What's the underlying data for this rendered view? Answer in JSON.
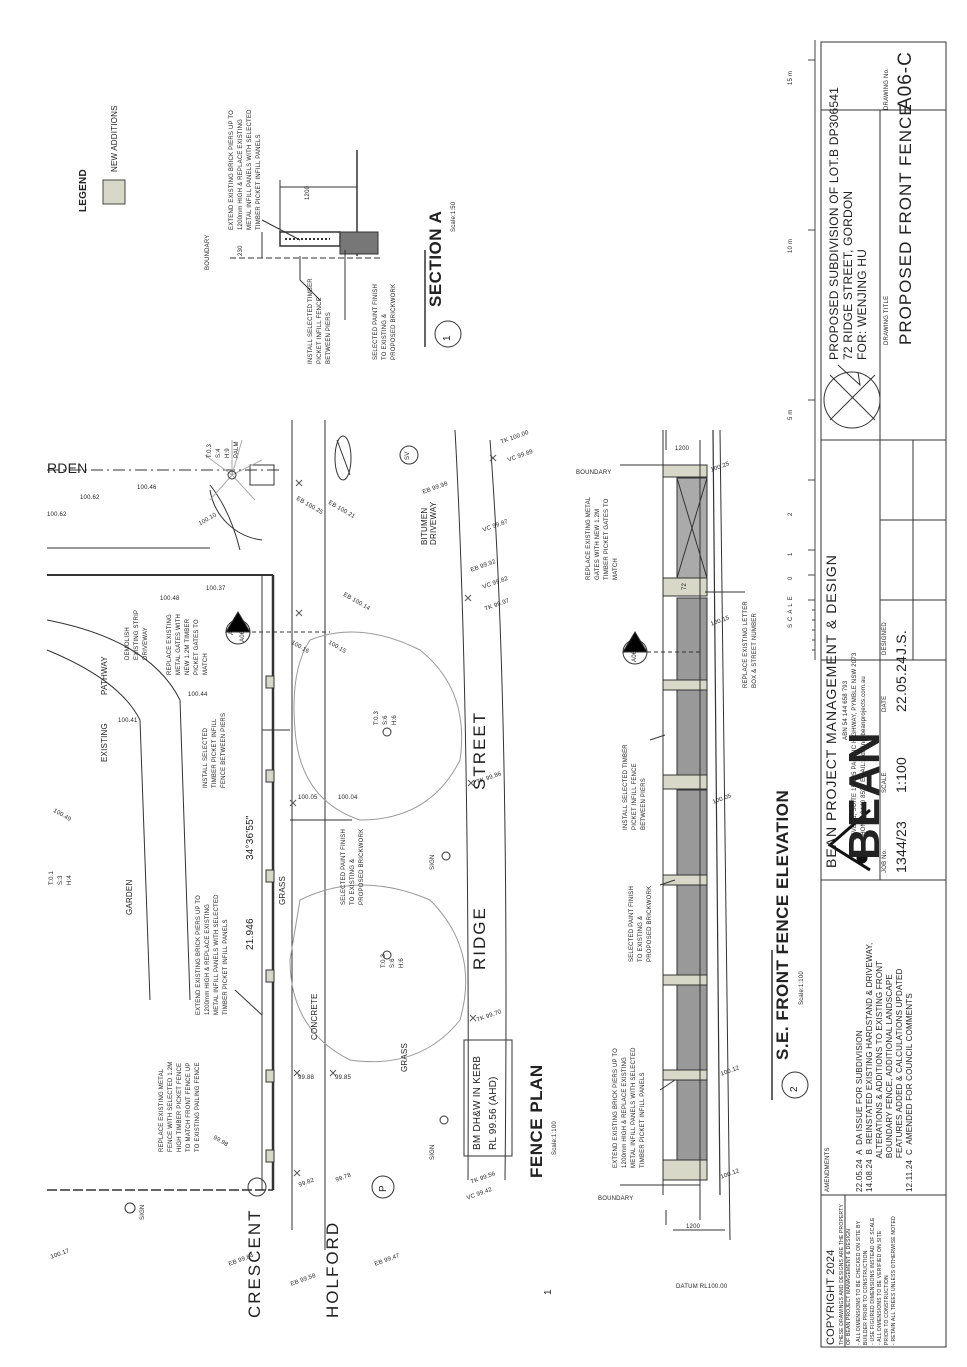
{
  "legend": {
    "title": "LEGEND",
    "item": "NEW ADDITIONS",
    "swatch": "#d8d8c8"
  },
  "section_a": {
    "number": "1",
    "title": "SECTION A",
    "scale": "Scale:1:50",
    "note_top": [
      "EXTEND EXISTING BRICK PIERS UP TO",
      "1200mm HIGH & REPLACE EXISTING",
      "METAL INFILL PANELS WITH SELECTED",
      "TIMBER PICKET INFILL PANELS"
    ],
    "dim_1200": "1200",
    "dim_230": "230",
    "boundary": "BOUNDARY",
    "note_infill": [
      "INSTALL SELECTED TIMBER",
      "PICKET INFILL FENCE",
      "BETWEEN PIERS"
    ],
    "note_paint": [
      "SELECTED PAINT FINISH",
      "TO EXISTING &",
      "PROPOSED BRICKWORK"
    ]
  },
  "plan": {
    "number": "1",
    "title": "FENCE PLAN",
    "scale": "Scale:1:100",
    "streets": {
      "crescent": "CRESCENT",
      "holford": "HOLFORD",
      "ridge": "RIDGE",
      "street": "STREET"
    },
    "labels": {
      "garden_top": "RDEN",
      "garden": "GARDEN",
      "pathway": "PATHWAY",
      "existing": "EXISTING",
      "grass": "GRASS",
      "grass2": "GRASS",
      "concrete": "CONCRETE",
      "driveway": [
        "BITUMEN",
        "DRIVEWAY"
      ],
      "demolish": [
        "DEMOLISH",
        "EXISTING STRIP",
        "DRIVEWAY"
      ],
      "sign1": "SIGN",
      "sign2": "SIGN",
      "sign3": "SIGN",
      "palm": [
        "T:0.3",
        "S:4",
        "H:9",
        "PALM"
      ],
      "tree1": [
        "T:0.3",
        "S:6",
        "H:6"
      ],
      "tree2": [
        "T:0.3",
        "S:6",
        "H:6"
      ],
      "tree3": [
        "T:0.1",
        "S:3",
        "H:4"
      ],
      "sv": "SV",
      "p": "P",
      "a06": "A06",
      "a": "A"
    },
    "bearing": "34°36'55\"",
    "distance": "21.946",
    "notes": {
      "replace_fence": [
        "REPLACE EXISTING METAL",
        "FENCE WITH SELECTED 1.2M",
        "HIGH TIMBER PICKET FENCE",
        "TO MATCH FRONT FENCE UP",
        "TO EXISTING PAILING FENCE"
      ],
      "extend_piers": [
        "EXTEND EXISTING BRICK PIERS UP TO",
        "1200mm HIGH & REPLACE EXISTING",
        "METAL INFILL PANELS WITH SELECTED",
        "TIMBER PICKET INFILL PANELS"
      ],
      "install_infill": [
        "INSTALL SELECTED",
        "TIMBER PICKET INFILL",
        "FENCE BETWEEN PIERS"
      ],
      "replace_gates": [
        "REPLACE EXISTING",
        "METAL GATES WITH",
        "NEW 1.2M TIMBER",
        "PICKET GATES TO",
        "MATCH"
      ],
      "paint": [
        "SELECTED PAINT FINISH",
        "TO EXISTING &",
        "PROPOSED BRICKWORK"
      ]
    },
    "bm": [
      "BM DH&W IN KERB",
      "RL 99.56 (AHD)"
    ],
    "levels": [
      "100.62",
      "100.46",
      "100.10",
      "100.37",
      "100.48",
      "100.44",
      "100.41",
      "100.49",
      "100.16",
      "100.15",
      "100.05",
      "100.04",
      "99.88",
      "99.85",
      "99.82",
      "99.78",
      "99.98",
      "100.17",
      "100.62",
      "100.25",
      "100.21",
      "100.14",
      "EB 100.25",
      "EB 100.21",
      "EB 99.98",
      "EB 100.14",
      "EB 99.84",
      "EB 99.58",
      "EB 99.47",
      "TK 100.00",
      "VC 99.89",
      "VC 99.87",
      "EB 99.92",
      "VC 99.82",
      "TK 99.97",
      "TK 99.86",
      "TK 99.70",
      "TK 99.56",
      "VC 99.42"
    ]
  },
  "elevation": {
    "number": "2",
    "title": "S.E. FRONT FENCE ELEVATION",
    "scale": "Scale:1:100",
    "datum": "DATUM RL100.00",
    "boundary": "BOUNDARY",
    "dim": "1200",
    "levels": [
      "100.25",
      "100.15",
      "100.05",
      "100.12",
      "100.12"
    ],
    "notes": {
      "gates": [
        "REPLACE EXISTING METAL",
        "GATES WITH NEW 1.2M",
        "TIMBER PICKET GATES TO",
        "MATCH"
      ],
      "letterbox": [
        "REPLACE EXISTING LETTER",
        "BOX & STREET NUMBER"
      ],
      "infill": [
        "INSTALL SELECTED TIMBER",
        "PICKET INFILL FENCE",
        "BETWEEN PIERS"
      ],
      "paint": [
        "SELECTED PAINT FINISH",
        "TO EXISTING &",
        "PROPOSED BRICKWORK"
      ],
      "piers": [
        "EXTEND EXISTING BRICK PIERS UP TO",
        "1200mm HIGH & REPLACE EXISTING",
        "METAL INFILL PANELS WITH SELECTED",
        "TIMBER PICKET INFILL PANELS"
      ]
    },
    "numberplate": "72"
  },
  "scale_bar": {
    "label": "SCALE",
    "ticks": [
      "0",
      "1",
      "2",
      "5 m",
      "10 m",
      "15 m"
    ]
  },
  "title_block": {
    "copyright": [
      "COPYRIGHT 2024",
      "THESE DRAWINGS AND DESIGNS ARE THE PROPERTY",
      "OF BEAN PROJECT MANAGEMENT & DESIGN"
    ],
    "disclaimers": [
      "- ALL DIMENSIONS TO BE CHECKED ON SITE BY",
      "  BUILDER PRIOR TO CONSTRUCTION",
      "- USE FIGURED DIMENSIONS INSTEAD OF SCALE",
      "- ALL DIMENSIONS TO BE VERIFIED ON SITE",
      "  PRIOR TO CONSTRUCTION",
      "- RETAIN ALL TREES UNLESS OTHERWISE NOTED"
    ],
    "amendments_title": "AMENDMENTS",
    "amendments": [
      "22.05.24  A  DA ISSUE FOR SUBDIVISION",
      "14.08.24  B  REINSTATED EXISTING HARDSTAND & DRIVEWAY,",
      "              ALTERATIONS & ADDITIONS TO EXISTING FRONT",
      "              BOUNDARY FENCE, ADDITIONAL LANDSCAPE",
      "              FEATURES ADDED & CALCULATIONS UPDATED",
      "12.11.24  C  AMENDED FOR COUNCIL COMMENTS"
    ],
    "logo": "BEAN",
    "company": "BEAN PROJECT MANAGEMENT & DESIGN",
    "abn": "ABN 54 144 658 793",
    "address": "LEVEL 1, SUITE 15   895 PACIFIC HIGHWAY, PYMBLE  NSW  2073",
    "contact": "PHONE: 9440 8524    EMAIL: admin@beanprojects.com.au",
    "job_no_label": "JOB No.",
    "job_no": "1344/23",
    "scale_label": "SCALE",
    "scale": "1:100",
    "date_label": "DATE",
    "date": "22.05.24",
    "designed_label": "DESIGNED",
    "designed": "J.S.",
    "project": [
      "PROPOSED SUBDIVISION OF LOT.B   DP306541",
      "72 RIDGE STREET, GORDON",
      "FOR: WENJING HU"
    ],
    "drawing_title_label": "DRAWING TITLE",
    "drawing_title": "PROPOSED FRONT FENCE",
    "drawing_no_label": "DRAWING No.",
    "drawing_no": "A06-C"
  }
}
